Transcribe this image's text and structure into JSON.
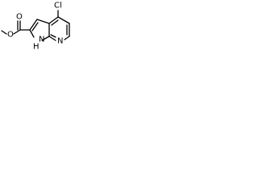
{
  "structure": {
    "type": "skeletal-formula",
    "atoms": {
      "chlorine": "Cl",
      "oxygen_carbonyl": "O",
      "oxygen_ester": "O",
      "nitrogen_pyridine": "N",
      "nitrogen_pyrrole": "N",
      "hydrogen_pyrrole": "H"
    },
    "colors": {
      "bond": "#000000",
      "label": "#000000",
      "background": "#ffffff"
    }
  }
}
